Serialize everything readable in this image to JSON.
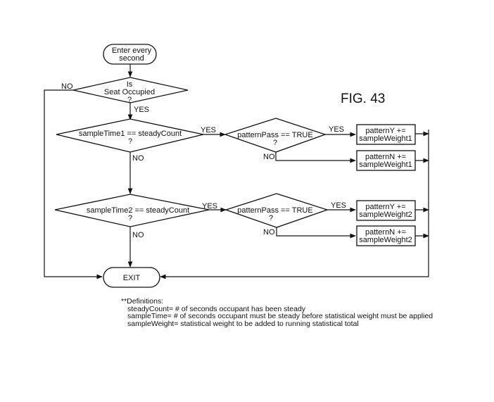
{
  "figure_label": "FIG. 43",
  "nodes": {
    "start": {
      "line1": "Enter every",
      "line2": "second"
    },
    "seat_decision": {
      "line1": "Is",
      "line2": "Seat Occupied",
      "line3": "?"
    },
    "sample1_decision": {
      "line1": "sampleTime1 == steadyCount",
      "line2": "?"
    },
    "pattern1_decision": {
      "line1": "patternPass == TRUE",
      "line2": "?"
    },
    "sample2_decision": {
      "line1": "sampleTime2 == steadyCount",
      "line2": "?"
    },
    "pattern2_decision": {
      "line1": "patternPass == TRUE",
      "line2": "?"
    },
    "box_y1": {
      "line1": "patternY +=",
      "line2": "sampleWeight1"
    },
    "box_n1": {
      "line1": "patternN +=",
      "line2": "sampleWeight1"
    },
    "box_y2": {
      "line1": "patternY +=",
      "line2": "sampleWeight2"
    },
    "box_n2": {
      "line1": "patternN +=",
      "line2": "sampleWeight2"
    },
    "exit": {
      "label": "EXIT"
    }
  },
  "edge_labels": {
    "seat_no": "NO",
    "seat_yes": "YES",
    "sample1_yes": "YES",
    "sample1_no": "NO",
    "pattern1_yes": "YES",
    "pattern1_no": "NO",
    "sample2_yes": "YES",
    "sample2_no": "NO",
    "pattern2_yes": "YES",
    "pattern2_no": "NO"
  },
  "definitions": {
    "heading": "**Definitions:",
    "lines": [
      "steadyCount= # of seconds occupant has been steady",
      "sampleTime= # of seconds occupant must be steady before statistical  weight must be applied",
      "sampleWeight= statistical weight to be added to running statistical total"
    ]
  }
}
